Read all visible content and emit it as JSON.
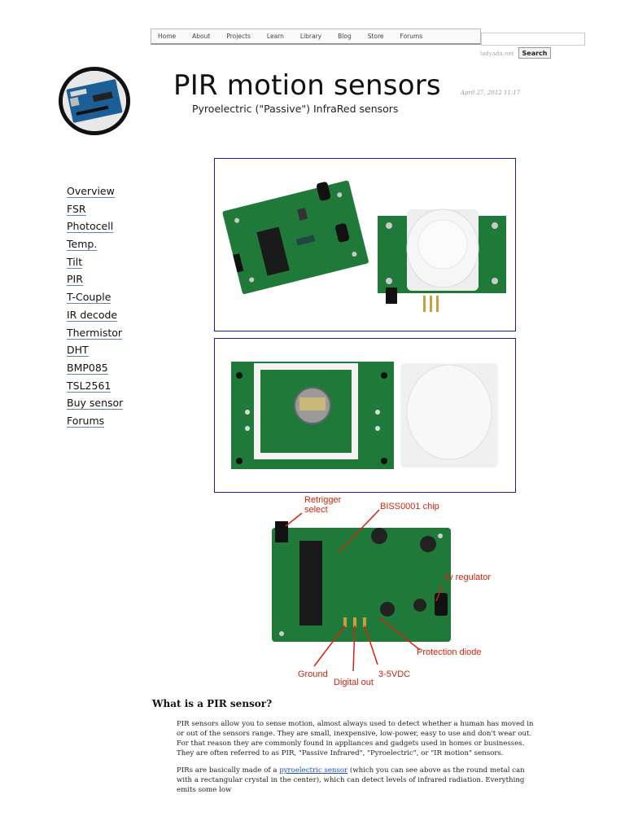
{
  "nav": {
    "items": [
      "Home",
      "About",
      "Projects",
      "Learn",
      "Library",
      "Blog",
      "Store",
      "Forums"
    ]
  },
  "search": {
    "site_label": "ladyada.net",
    "button_label": "Search",
    "placeholder": ""
  },
  "header": {
    "title": "PIR motion sensors",
    "date": "April 27, 2012 11:17",
    "subtitle": "Pyroelectric (\"Passive\") InfraRed sensors"
  },
  "sidebar": {
    "items": [
      "Overview",
      "FSR",
      "Photocell",
      "Temp.",
      "Tilt",
      "PIR",
      "T-Couple",
      "IR decode",
      "Thermistor",
      "DHT",
      "BMP085",
      "TSL2561",
      "Buy sensor",
      "Forums"
    ]
  },
  "diagram": {
    "labels": {
      "retrigger": "Retrigger\nselect",
      "chip": "BISS0001 chip",
      "regulator": "3v regulator",
      "diode": "Protection diode",
      "ground": "Ground",
      "digital_out": "Digital out",
      "vdc": "3-5VDC"
    }
  },
  "content": {
    "heading": "What is a PIR sensor?",
    "para1": "PIR sensors allow you to sense motion, almost always used to detect whether a human has moved in or out of the sensors range. They are small, inexpensive, low-power, easy to use and don't wear out. For that reason they are commonly found in appliances and gadgets used in homes or businesses. They are often referred to as PIR, \"Passive Infrared\", \"Pyroelectric\", or \"IR motion\" sensors.",
    "para2_before": "PIRs are basically made of a ",
    "para2_link": "pyroelectric sensor",
    "para2_after": " (which you can see above as the round metal can with a rectangular crystal in the center), which can detect levels of infrared radiation. Everything emits some low"
  },
  "colors": {
    "link_underline": "#5b87c6",
    "frame_border": "#1b1b9a",
    "callout": "#d4240c",
    "pcb_green": "#1f7a3a"
  }
}
